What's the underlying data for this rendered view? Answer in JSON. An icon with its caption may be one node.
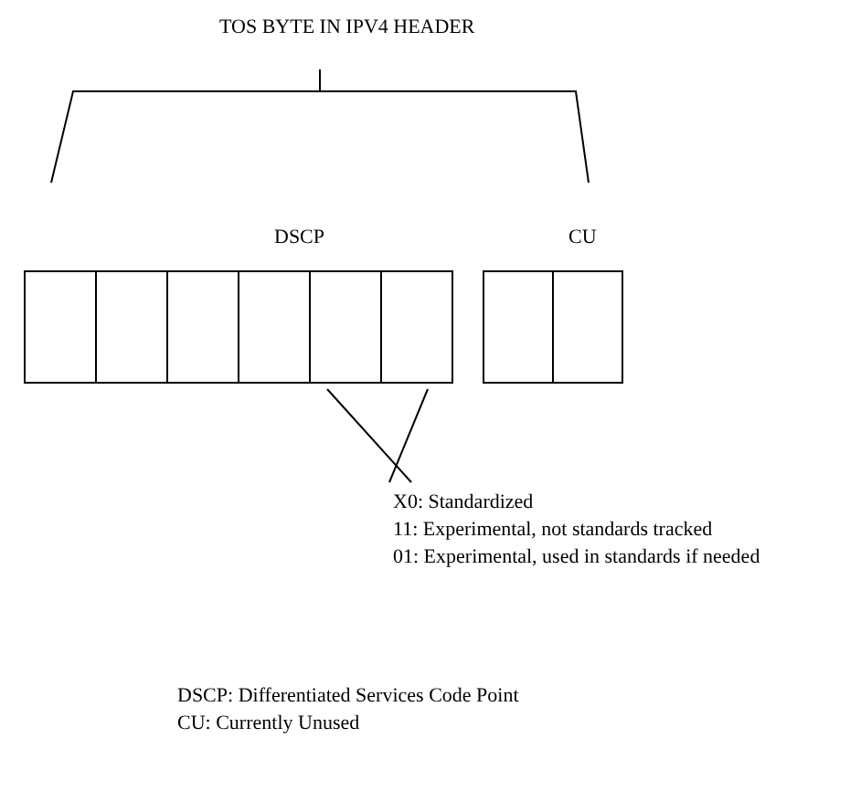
{
  "diagram": {
    "nodes": [
      {
        "text": [],
        "shape": "box"
      },
      {
        "text": [],
        "shape": "box"
      },
      {
        "text": [],
        "shape": "box"
      },
      {
        "text": [],
        "shape": "box"
      },
      {
        "text": [],
        "shape": "box"
      },
      {
        "text": [],
        "shape": "box"
      },
      {
        "text": [],
        "shape": "box"
      },
      {
        "text": [],
        "shape": "box"
      },
      {
        "text": [
          "X0: Standardized",
          "11: Experimental, not standards tracked",
          "01: Experimental, used in standards if needed"
        ]
      }
    ],
    "edges": [
      {
        "from": 8,
        "to": 4,
        "arrow": "none"
      },
      {
        "from": 8,
        "to": 5,
        "arrow": "none"
      }
    ],
    "labels": [
      "TOS BYTE IN IPV4 HEADER",
      "DSCP",
      "CU",
      "DSCP: Differentiated Services Code Point",
      "CU: Currently Unused"
    ]
  }
}
